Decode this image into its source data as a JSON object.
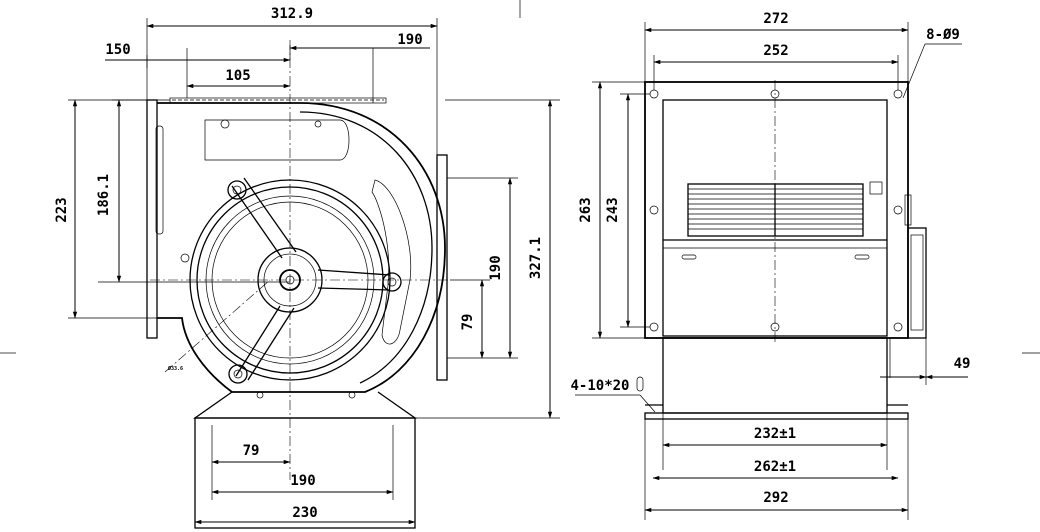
{
  "side_view": {
    "dims": {
      "overall_width": "312.9",
      "left_offset": "150",
      "right_offset": "190",
      "outlet_offset": "105",
      "height_left": "223",
      "height_inner": "186.1",
      "outlet_height": "190",
      "outlet_bottom": "79",
      "overall_height": "327.1",
      "base_offset": "79",
      "base_span": "190",
      "base_width": "230"
    },
    "small_label": "Ø33.6"
  },
  "front_view": {
    "dims": {
      "flange_width": "272",
      "hole_spacing_x": "252",
      "hole_callout": "8-Ø9",
      "flange_height": "263",
      "hole_spacing_y": "243",
      "motor_protrusion": "49",
      "slot_callout": "4-10*20",
      "slot_spacing": "232±1",
      "base_inner": "262±1",
      "base_outer": "292"
    }
  }
}
